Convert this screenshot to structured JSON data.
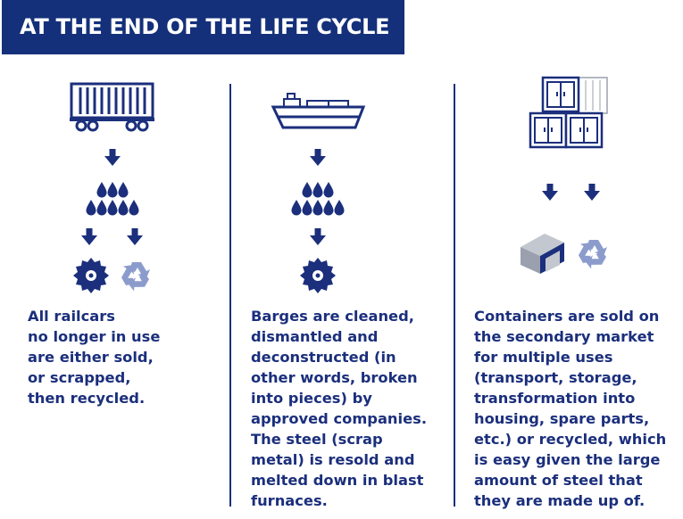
{
  "header": {
    "title": "AT THE END OF THE LIFE CYCLE"
  },
  "colors": {
    "navy": "#1b2f7c",
    "light_blue": "#8b9ccc",
    "grey": "#9aa0ad"
  },
  "columns": [
    {
      "id": "railcars",
      "icons": [
        "railcar-icon",
        "arrow-down-icon",
        "water-drops-icon",
        "arrow-down-icon",
        "saw-blade-icon",
        "recycle-icon"
      ],
      "lines": [
        "All railcars",
        "no longer in use",
        "are either sold,",
        "or scrapped,",
        "then recycled."
      ]
    },
    {
      "id": "barges",
      "icons": [
        "barge-icon",
        "arrow-down-icon",
        "water-drops-icon",
        "arrow-down-icon",
        "saw-blade-icon"
      ],
      "lines": [
        "Barges are cleaned,",
        "dismantled and",
        "deconstructed (in",
        "other words, broken",
        "into pieces) by",
        "approved companies.",
        "The steel (scrap",
        "metal) is resold and",
        "melted down in blast",
        "furnaces."
      ]
    },
    {
      "id": "containers",
      "icons": [
        "containers-stack-icon",
        "arrow-down-icon",
        "storage-shed-icon",
        "recycle-icon"
      ],
      "lines": [
        "Containers are sold on",
        "the secondary market",
        "for multiple uses",
        "(transport, storage,",
        "transformation into",
        "housing, spare parts,",
        "etc.) or recycled, which",
        "is easy given the large",
        "amount of steel that",
        "they are made up of."
      ]
    }
  ]
}
